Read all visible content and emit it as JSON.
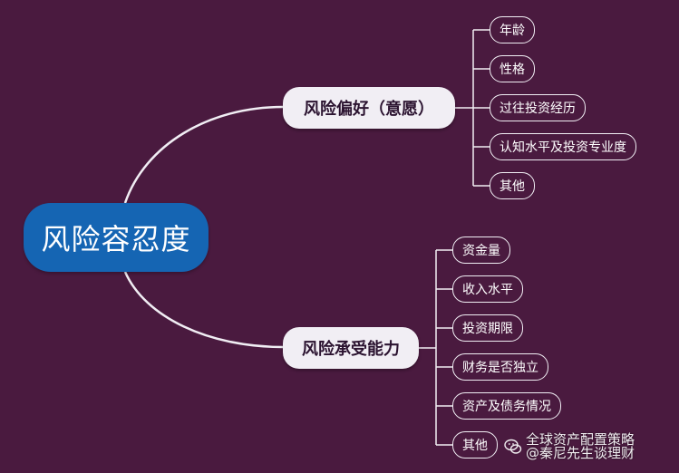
{
  "mindmap": {
    "root": "风险容忍度",
    "branches": [
      {
        "label": "风险偏好（意愿）",
        "leaves": [
          "年龄",
          "性格",
          "过往投资经历",
          "认知水平及投资专业度",
          "其他"
        ]
      },
      {
        "label": "风险承受能力",
        "leaves": [
          "资金量",
          "收入水平",
          "投资期限",
          "财务是否独立",
          "资产及债务情况",
          "其他"
        ]
      }
    ]
  },
  "watermark": {
    "line1": "全球资产配置策略",
    "line2": "@秦尼先生谈理财",
    "icon": "wechat-icon"
  },
  "colors": {
    "background": "#4a1a3f",
    "root": "#1565b3",
    "branch": "#f1eef4",
    "connector": "#f1eef4"
  }
}
